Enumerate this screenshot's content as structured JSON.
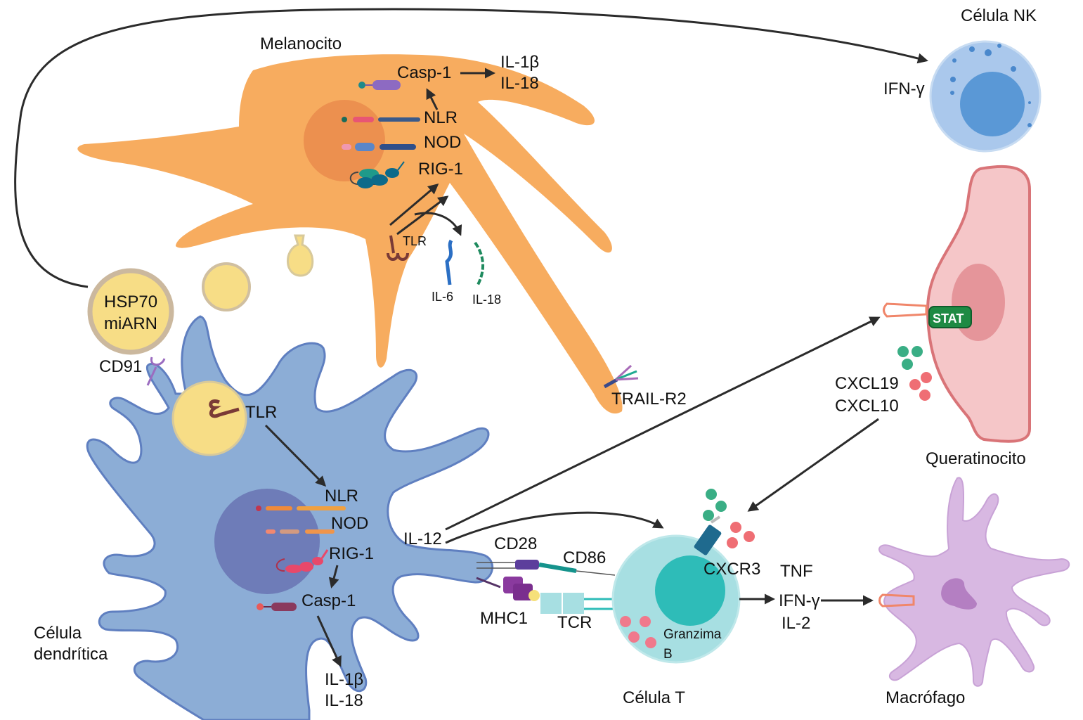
{
  "diagram": {
    "type": "immune-cell-interaction",
    "colors": {
      "melanocyte": "#f7ac5f",
      "melanocyte_nucleus": "#ea8b4c",
      "dendritic_cell": "#8cadd6",
      "dendritic_outline": "#5f7fc0",
      "dendritic_nucleus": "#6e7cb8",
      "nk_cell": "#aac8ec",
      "nk_nucleus": "#5a98d6",
      "keratinocyte": "#f5c6c8",
      "keratinocyte_outline": "#d97478",
      "keratinocyte_nucleus": "#e5959a",
      "t_cell": "#a7dfe2",
      "t_cell_nucleus": "#2ebcb8",
      "macrophage": "#d8b8e2",
      "macrophage_nucleus": "#b47fc2",
      "vesicle": "#f7dd86",
      "vesicle_outline": "#c9b89a",
      "stat_badge": "#1e8a43",
      "chemokine_green": "#3aae85",
      "chemokine_red": "#ef6e74",
      "arrow": "#2b2b2b"
    },
    "cells": {
      "melanocyte": "Melanocito",
      "nk": "Célula NK",
      "keratinocyte": "Queratinocito",
      "dendritic": [
        "Célula",
        "dendrítica"
      ],
      "t_cell": "Célula T",
      "macrophage": "Macrófago"
    },
    "melanocyte_labels": {
      "casp1": "Casp-1",
      "il1b": "IL-1β",
      "il18": "IL-18",
      "nlr": "NLR",
      "nod": "NOD",
      "rig1": "RIG-1",
      "tlr": "TLR",
      "il6": "IL-6",
      "il18_small": "IL-18",
      "trail": "TRAIL-R2"
    },
    "nk_labels": {
      "ifng": "IFN-γ"
    },
    "vesicle_labels": {
      "line1": "HSP70",
      "line2": "miARN",
      "receptor": "CD91"
    },
    "dendritic_labels": {
      "tlr": "TLR",
      "nlr": "NLR",
      "nod": "NOD",
      "rig1": "RIG-1",
      "casp1": "Casp-1",
      "il1b": "IL-1β",
      "il18": "IL-18",
      "il12": "IL-12"
    },
    "synapse_labels": {
      "cd28": "CD28",
      "cd86": "CD86",
      "mhc1": "MHC1",
      "tcr": "TCR"
    },
    "t_cell_labels": {
      "granzyme_1": "Granzima",
      "granzyme_2": "B",
      "cxcr3": "CXCR3",
      "tnf": "TNF",
      "ifng": "IFN-γ",
      "il2": "IL-2"
    },
    "keratinocyte_labels": {
      "stat": "STAT",
      "cxcl19": "CXCL19",
      "cxcl10": "CXCL10"
    }
  }
}
